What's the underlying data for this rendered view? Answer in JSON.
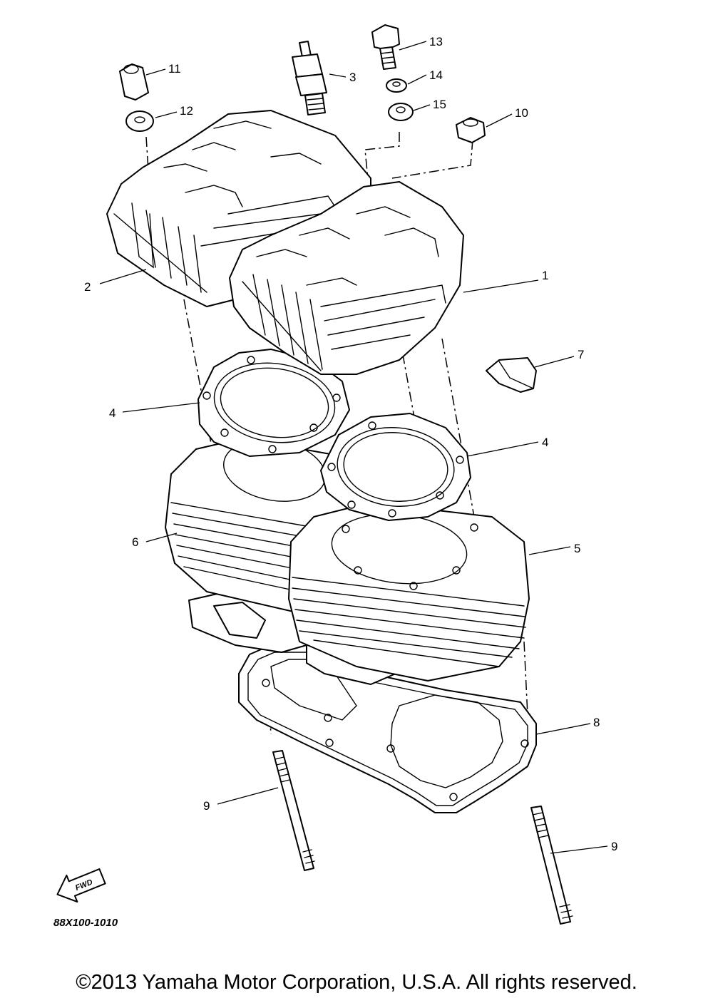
{
  "diagram": {
    "callouts": [
      "1",
      "2",
      "3",
      "4",
      "4",
      "5",
      "6",
      "7",
      "8",
      "9",
      "9",
      "10",
      "11",
      "12",
      "13",
      "14",
      "15"
    ],
    "fwd_label": "FWD",
    "figure_code": "88X100-1010"
  },
  "footer": {
    "copyright": "©2013 Yamaha Motor Corporation, U.S.A. All rights reserved."
  }
}
